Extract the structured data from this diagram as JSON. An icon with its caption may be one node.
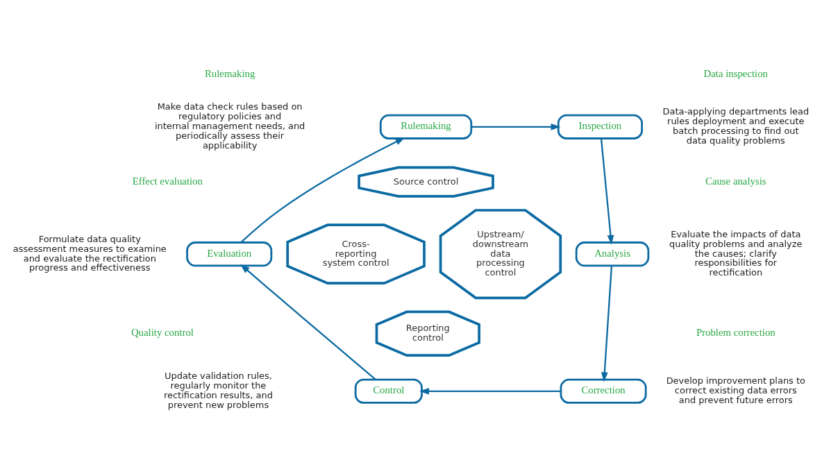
{
  "diagram": {
    "nodes": [
      {
        "text": [
          "Rulemaking"
        ]
      },
      {
        "text": [
          "Inspection"
        ]
      },
      {
        "text": [
          "Analysis"
        ]
      },
      {
        "text": [
          "Correction"
        ]
      },
      {
        "text": [
          "Control"
        ]
      },
      {
        "text": [
          "Evaluation"
        ]
      },
      {
        "text": [
          "Source control"
        ]
      },
      {
        "text": [
          "Cross-reporting system control"
        ]
      },
      {
        "text": [
          "Upstream/ downstream data processing control"
        ]
      },
      {
        "text": [
          "Reporting control"
        ]
      }
    ],
    "edges": [
      {
        "from": 0,
        "to": 1,
        "arrow": "to"
      },
      {
        "from": 1,
        "to": 2,
        "arrow": "to"
      },
      {
        "from": 2,
        "to": 3,
        "arrow": "to"
      },
      {
        "from": 3,
        "to": 4,
        "arrow": "to"
      },
      {
        "from": 4,
        "to": 5,
        "arrow": "to"
      },
      {
        "from": 5,
        "to": 0,
        "arrow": "to"
      }
    ],
    "labels": [
      "Rulemaking",
      "Make data check rules based on regulatory policies and internal management needs, and periodically assess their applicability",
      "Data inspection",
      "Data-applying departments lead rules deployment and execute batch processing to find out data quality problems",
      "Effect evaluation",
      "Formulate data quality assessment measures to examine and evaluate the rectification progress and effectiveness",
      "Cause analysis",
      "Evaluate the impacts of data quality problems and analyze the causes; clarify responsibilities for rectification",
      "Quality control",
      "Update validation rules, regularly monitor the rectification results, and prevent new problems",
      "Problem correction",
      "Develop improvement plans to correct existing data errors and prevent future errors"
    ]
  }
}
